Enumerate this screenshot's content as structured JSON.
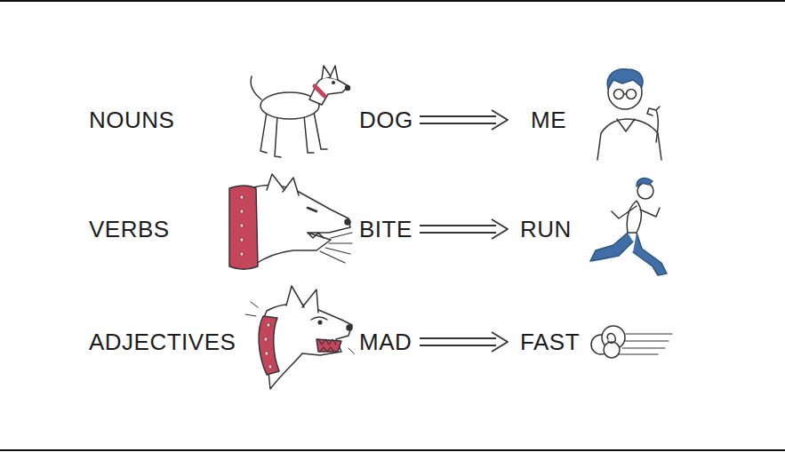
{
  "diagram": {
    "labels": [
      "NOUNS",
      "DOG",
      "ME",
      "VERBS",
      "BITE",
      "RUN",
      "ADJECTIVES",
      "MAD",
      "FAST"
    ]
  }
}
